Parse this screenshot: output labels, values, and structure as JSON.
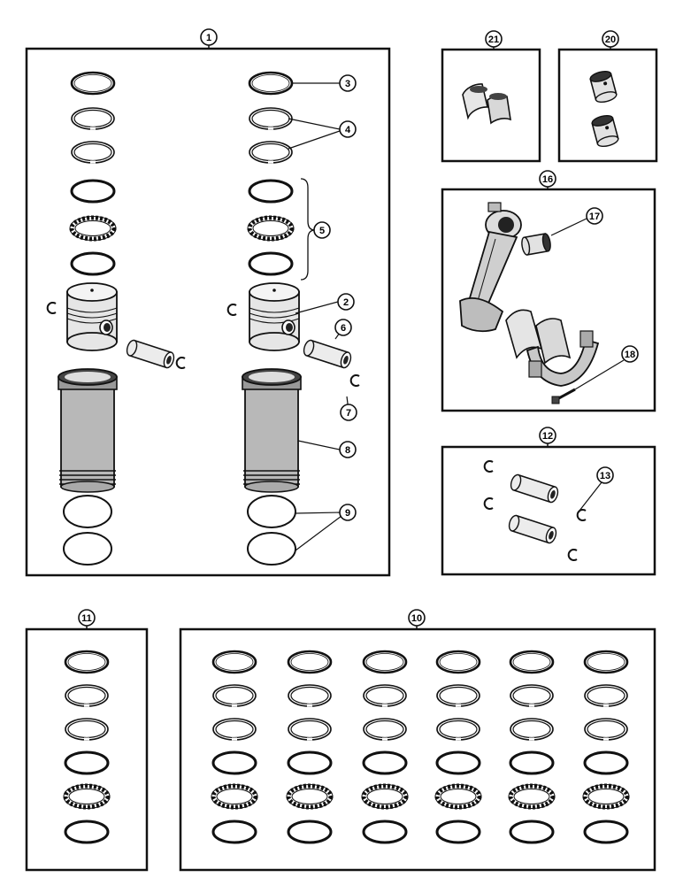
{
  "diagram": {
    "ink_color": "#111111",
    "background_color": "#ffffff",
    "callouts": {
      "c1": "1",
      "c2": "2",
      "c3": "3",
      "c4": "4",
      "c5": "5",
      "c6": "6",
      "c7": "7",
      "c8": "8",
      "c9": "9",
      "c10": "10",
      "c11": "11",
      "c12": "12",
      "c13": "13",
      "c16": "16",
      "c17": "17",
      "c18": "18",
      "c20": "20",
      "c21": "21"
    },
    "parts": {
      "piston_kit": "piston-and-sleeve-kit",
      "rod_bearing_kit": "rod-bearing-kit",
      "bushing_kit": "bushing-kit",
      "connecting_rod": "connecting-rod-assembly",
      "pin_kit": "piston-pin-kit",
      "single_ring_set": "piston-ring-set",
      "multi_ring_set": "piston-ring-sets"
    }
  }
}
